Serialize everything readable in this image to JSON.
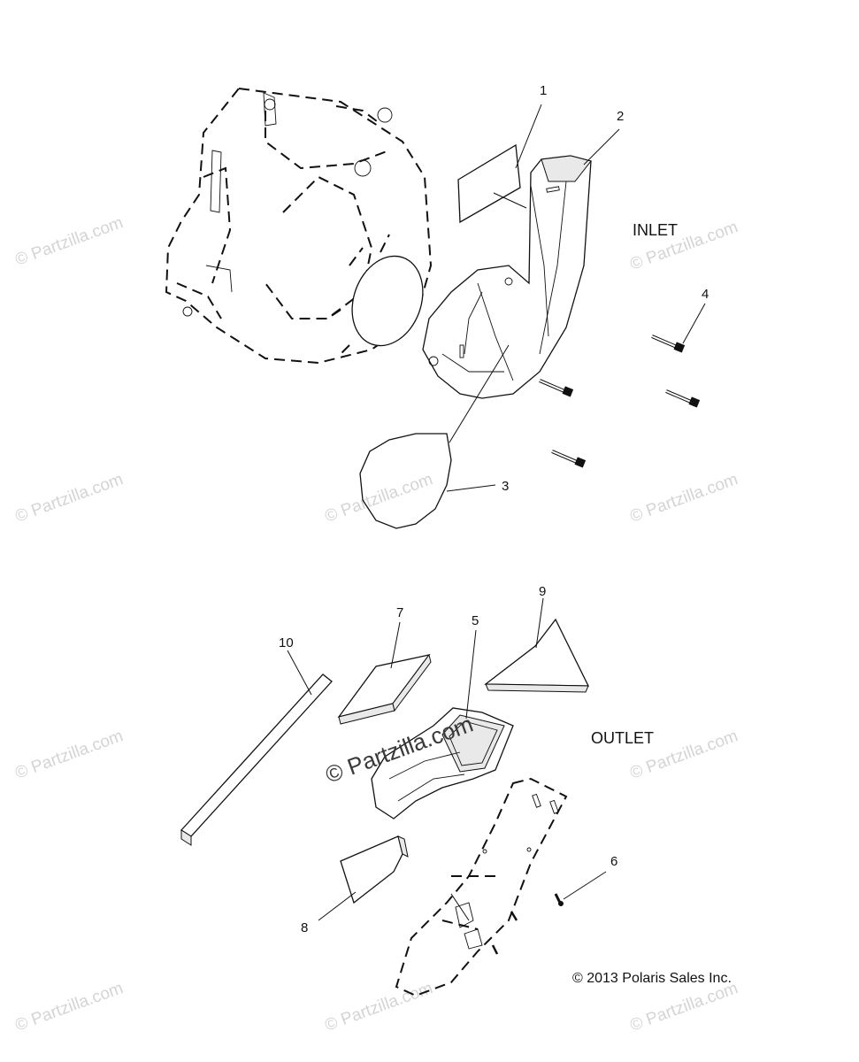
{
  "watermark": "© Partzilla.com",
  "center_watermark": "© Partzilla.com",
  "labels": {
    "inlet": "INLET",
    "outlet": "OUTLET"
  },
  "callouts": [
    "1",
    "2",
    "3",
    "4",
    "5",
    "6",
    "7",
    "8",
    "9",
    "10"
  ],
  "copyright": "© 2013 Polaris Sales Inc."
}
